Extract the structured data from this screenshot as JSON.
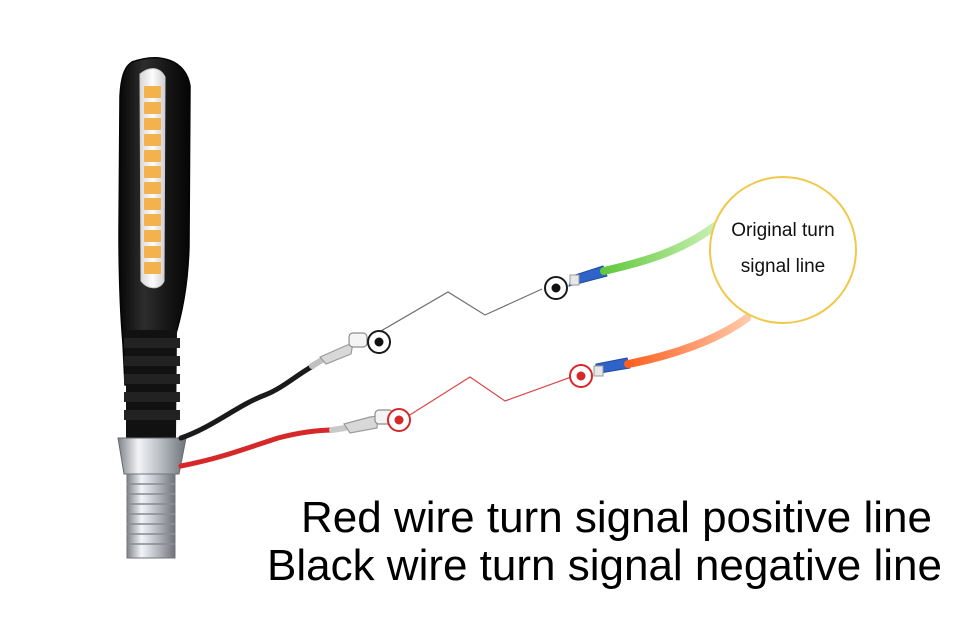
{
  "callout": {
    "line1": "Original turn",
    "line2": "signal line",
    "border_color": "#f2c84b"
  },
  "caption": {
    "line1": "Red wire turn signal positive line",
    "line2": "Black wire turn signal negative line"
  },
  "colors": {
    "positive_wire": "#d62828",
    "negative_wire": "#1a1a1a",
    "original_green": "#58b93d",
    "original_orange": "#ff7a2f",
    "connector_blue": "#2f63c8",
    "lamp_amber": "#f4b24d",
    "lamp_body": "#161616"
  }
}
